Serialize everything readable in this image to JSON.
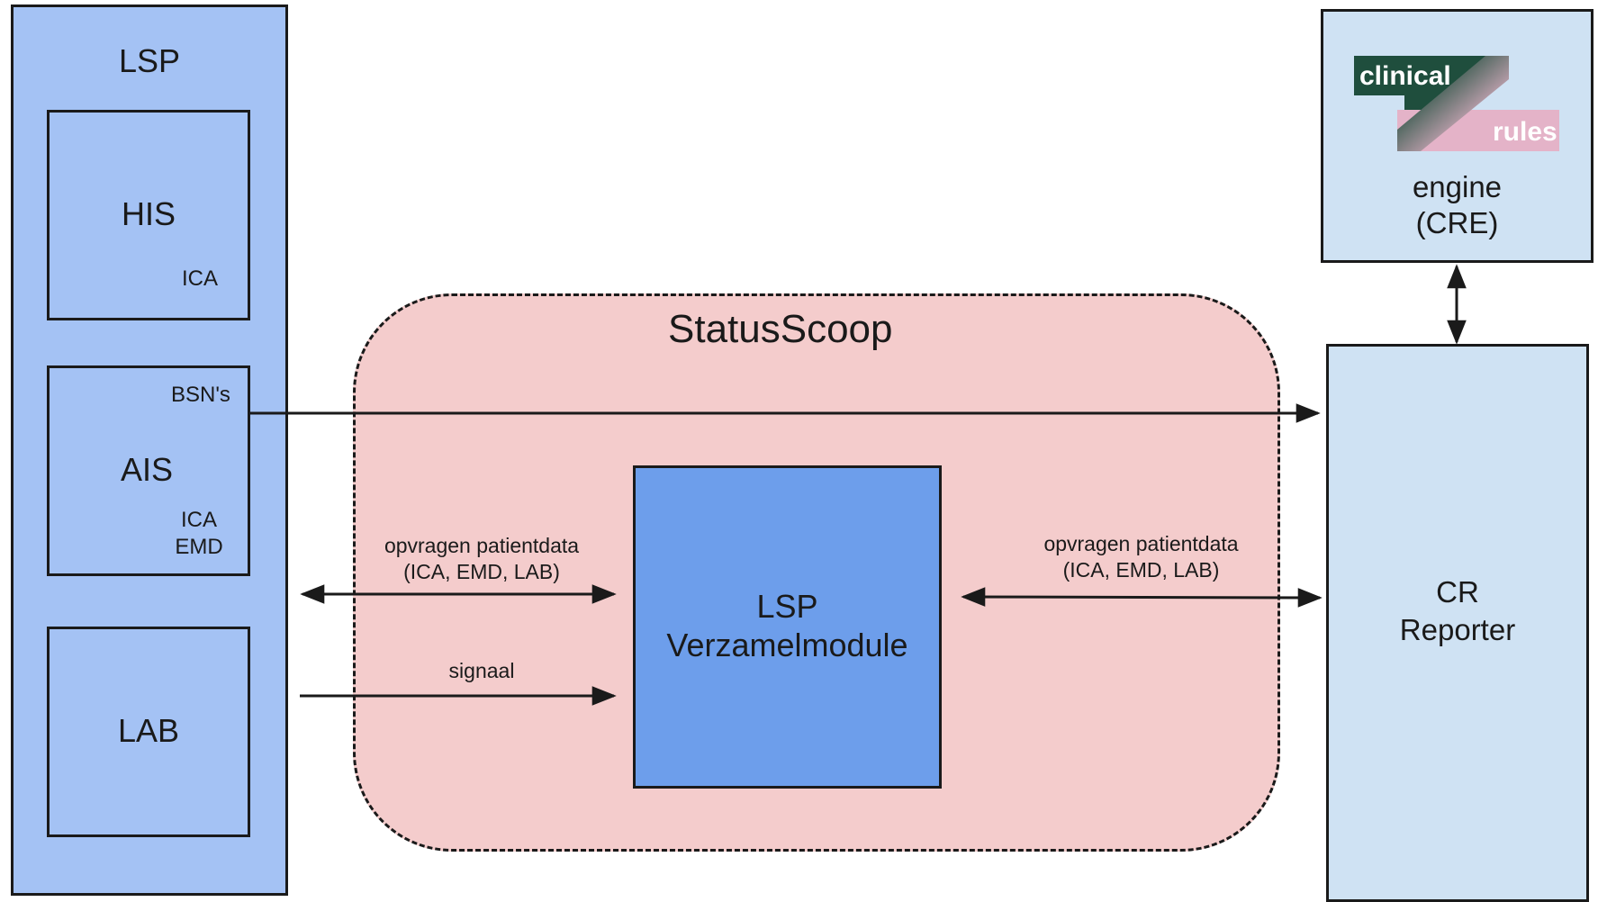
{
  "lsp": {
    "title": "LSP"
  },
  "his": {
    "title": "HIS",
    "note": "ICA"
  },
  "ais": {
    "title": "AIS",
    "bsn": "BSN's",
    "note_line1": "ICA",
    "note_line2": "EMD"
  },
  "lab": {
    "title": "LAB"
  },
  "statusscoop": {
    "title": "StatusScoop"
  },
  "verzamelmodule": {
    "line1": "LSP",
    "line2": "Verzamelmodule"
  },
  "cre": {
    "logo_top": "clinical",
    "logo_bottom": "rules",
    "line1": "engine",
    "line2": "(CRE)"
  },
  "cr_reporter": {
    "line1": "CR",
    "line2": "Reporter"
  },
  "edges": {
    "left_query_line1": "opvragen patientdata",
    "left_query_line2": "(ICA, EMD, LAB)",
    "signal": "signaal",
    "right_query_line1": "opvragen patientdata",
    "right_query_line2": "(ICA, EMD, LAB)"
  },
  "colors": {
    "lsp_blue": "#a4c2f4",
    "scoop_pink": "#f4cccc",
    "module_blue": "#6d9eeb",
    "cr_light_blue": "#cfe2f3",
    "logo_dark_green": "#1f4e3d",
    "logo_pink": "#e4b3c8"
  }
}
